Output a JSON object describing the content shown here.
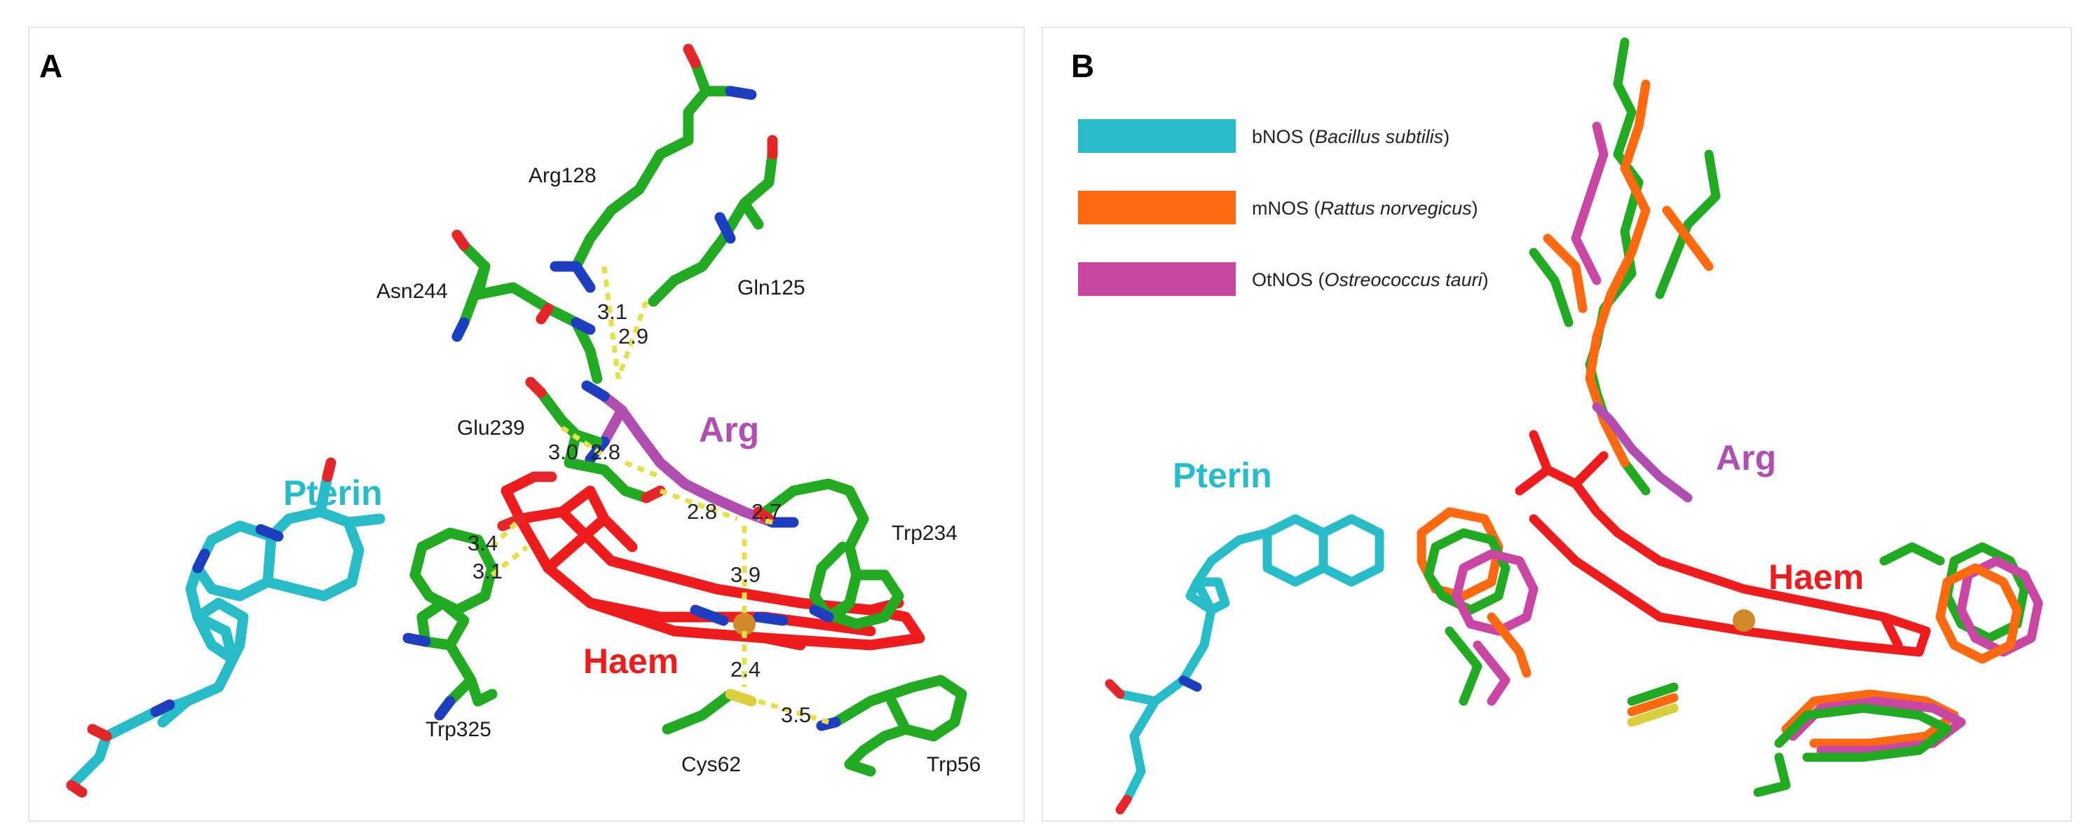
{
  "colors": {
    "carbon_green": "#22aa22",
    "nitrogen": "#1d3fbf",
    "oxygen": "#e3262a",
    "sulfur": "#d9cf3a",
    "pterin": "#27bcc8",
    "arg": "#b04fb0",
    "haem": "#ee1c1c",
    "bnos": "#27bcc8",
    "mnos": "#ff6a10",
    "otnos": "#c946a3",
    "hbond": "#e3e04a"
  },
  "panel_a": {
    "letter": "A",
    "labels": {
      "pterin": "Pterin",
      "arg": "Arg",
      "haem": "Haem"
    },
    "residues": {
      "arg128": "Arg128",
      "asn244": "Asn244",
      "gln125": "Gln125",
      "glu239": "Glu239",
      "trp234": "Trp234",
      "trp325": "Trp325",
      "cys62": "Cys62",
      "trp56": "Trp56"
    },
    "distances": {
      "d1": "3.1",
      "d2": "2.9",
      "d3": "3.0",
      "d4": "2.8",
      "d5": "2.8",
      "d6": "2.7",
      "d7": "3.4",
      "d8": "3.1",
      "d9": "3.9",
      "d10": "2.4",
      "d11": "3.5"
    }
  },
  "panel_b": {
    "letter": "B",
    "labels": {
      "pterin": "Pterin",
      "arg": "Arg",
      "haem": "Haem"
    },
    "legend": [
      {
        "name": "bNOS",
        "organism": "Bacillus subtilis"
      },
      {
        "name": "mNOS",
        "organism": "Rattus norvegicus"
      },
      {
        "name": "OtNOS",
        "organism": "Ostreococcus tauri"
      }
    ]
  }
}
